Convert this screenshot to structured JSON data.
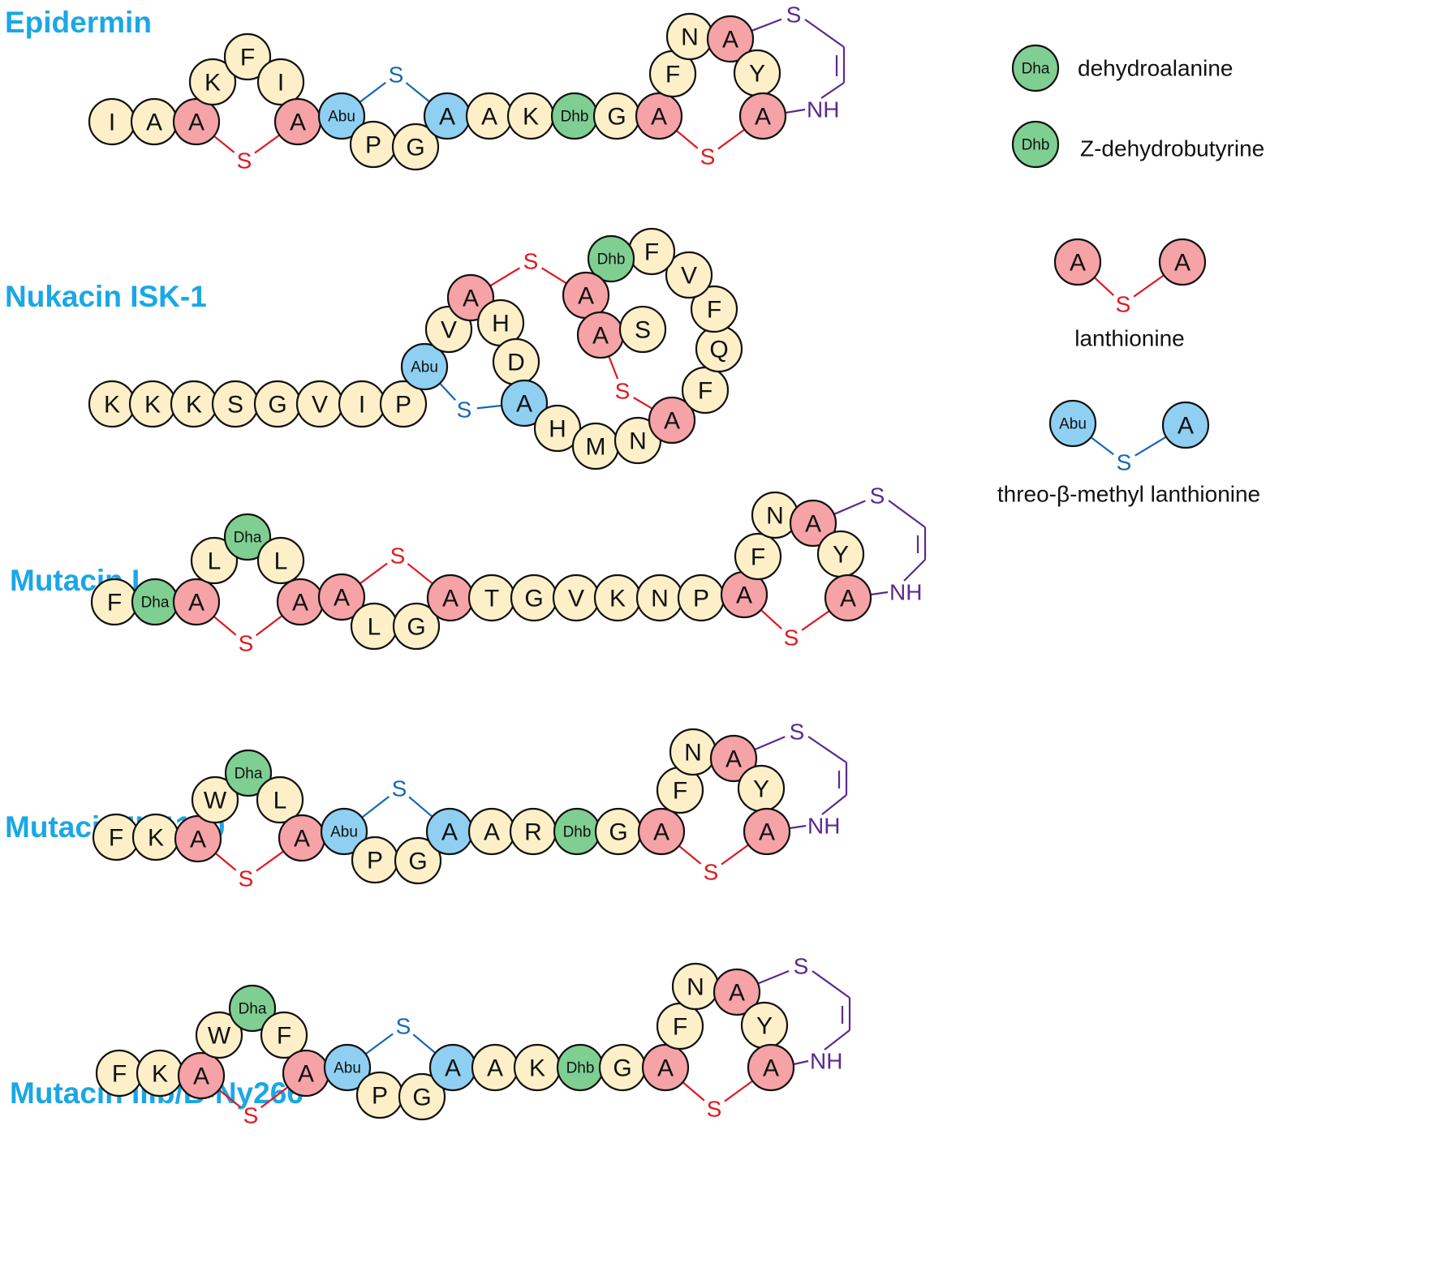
{
  "colors": {
    "title": "#1aa7e6",
    "plain_fill": "#fdf0c8",
    "lan_fill": "#f5a3a6",
    "mlan_fill": "#8fd0f2",
    "dehydro_fill": "#7fcf93",
    "lan_stroke": "#e0191f",
    "mlan_stroke": "#1669b3",
    "ring_stroke": "#5b2a8f",
    "border": "#111111"
  },
  "peptides": [
    {
      "name": "Epidermin",
      "residues": [
        {
          "label": "I",
          "type": "plain"
        },
        {
          "label": "A",
          "type": "plain"
        },
        {
          "label": "A",
          "type": "lan"
        },
        {
          "label": "K",
          "type": "plain"
        },
        {
          "label": "F",
          "type": "plain"
        },
        {
          "label": "I",
          "type": "plain"
        },
        {
          "label": "A",
          "type": "lan"
        },
        {
          "label": "Abu",
          "type": "mlan"
        },
        {
          "label": "P",
          "type": "plain"
        },
        {
          "label": "G",
          "type": "plain"
        },
        {
          "label": "A",
          "type": "mlan"
        },
        {
          "label": "A",
          "type": "plain"
        },
        {
          "label": "K",
          "type": "plain"
        },
        {
          "label": "Dhb",
          "type": "dhb"
        },
        {
          "label": "G",
          "type": "plain"
        },
        {
          "label": "A",
          "type": "lan"
        },
        {
          "label": "F",
          "type": "plain"
        },
        {
          "label": "N",
          "type": "plain"
        },
        {
          "label": "A",
          "type": "lan"
        },
        {
          "label": "Y",
          "type": "plain"
        },
        {
          "label": "A",
          "type": "lan"
        }
      ],
      "bridges": [
        {
          "label": "S",
          "kind": "lan"
        },
        {
          "label": "S",
          "kind": "mlan"
        },
        {
          "label": "S",
          "kind": "lan"
        },
        {
          "label": "S",
          "kind": "ring"
        }
      ],
      "nh_label": "NH"
    },
    {
      "name": "Nukacin ISK-1",
      "residues": [
        {
          "label": "K",
          "type": "plain"
        },
        {
          "label": "K",
          "type": "plain"
        },
        {
          "label": "K",
          "type": "plain"
        },
        {
          "label": "S",
          "type": "plain"
        },
        {
          "label": "G",
          "type": "plain"
        },
        {
          "label": "V",
          "type": "plain"
        },
        {
          "label": "I",
          "type": "plain"
        },
        {
          "label": "P",
          "type": "plain"
        },
        {
          "label": "Abu",
          "type": "mlan"
        },
        {
          "label": "V",
          "type": "plain"
        },
        {
          "label": "A",
          "type": "lan"
        },
        {
          "label": "H",
          "type": "plain"
        },
        {
          "label": "D",
          "type": "plain"
        },
        {
          "label": "A",
          "type": "mlan"
        },
        {
          "label": "H",
          "type": "plain"
        },
        {
          "label": "M",
          "type": "plain"
        },
        {
          "label": "N",
          "type": "plain"
        },
        {
          "label": "A",
          "type": "lan"
        },
        {
          "label": "F",
          "type": "plain"
        },
        {
          "label": "Q",
          "type": "plain"
        },
        {
          "label": "F",
          "type": "plain"
        },
        {
          "label": "V",
          "type": "plain"
        },
        {
          "label": "F",
          "type": "plain"
        },
        {
          "label": "Dhb",
          "type": "dhb"
        },
        {
          "label": "A",
          "type": "lan"
        },
        {
          "label": "A",
          "type": "lan"
        },
        {
          "label": "S",
          "type": "plain"
        }
      ],
      "bridges": [
        {
          "label": "S",
          "kind": "mlan"
        },
        {
          "label": "S",
          "kind": "lan"
        },
        {
          "label": "S",
          "kind": "lan"
        }
      ]
    },
    {
      "name": "Mutacin I",
      "residues": [
        {
          "label": "F",
          "type": "plain"
        },
        {
          "label": "Dha",
          "type": "dha"
        },
        {
          "label": "A",
          "type": "lan"
        },
        {
          "label": "L",
          "type": "plain"
        },
        {
          "label": "Dha",
          "type": "dha"
        },
        {
          "label": "L",
          "type": "plain"
        },
        {
          "label": "A",
          "type": "lan"
        },
        {
          "label": "A",
          "type": "lan"
        },
        {
          "label": "L",
          "type": "plain"
        },
        {
          "label": "G",
          "type": "plain"
        },
        {
          "label": "A",
          "type": "lan"
        },
        {
          "label": "T",
          "type": "plain"
        },
        {
          "label": "G",
          "type": "plain"
        },
        {
          "label": "V",
          "type": "plain"
        },
        {
          "label": "K",
          "type": "plain"
        },
        {
          "label": "N",
          "type": "plain"
        },
        {
          "label": "P",
          "type": "plain"
        },
        {
          "label": "A",
          "type": "lan"
        },
        {
          "label": "F",
          "type": "plain"
        },
        {
          "label": "N",
          "type": "plain"
        },
        {
          "label": "A",
          "type": "lan"
        },
        {
          "label": "Y",
          "type": "plain"
        },
        {
          "label": "A",
          "type": "lan"
        }
      ],
      "bridges": [
        {
          "label": "S",
          "kind": "lan"
        },
        {
          "label": "S",
          "kind": "lan"
        },
        {
          "label": "S",
          "kind": "lan"
        },
        {
          "label": "S",
          "kind": "ring"
        }
      ],
      "nh_label": "NH"
    },
    {
      "name": "Mutacin III/1140",
      "residues": [
        {
          "label": "F",
          "type": "plain"
        },
        {
          "label": "K",
          "type": "plain"
        },
        {
          "label": "A",
          "type": "lan"
        },
        {
          "label": "W",
          "type": "plain"
        },
        {
          "label": "Dha",
          "type": "dha"
        },
        {
          "label": "L",
          "type": "plain"
        },
        {
          "label": "A",
          "type": "lan"
        },
        {
          "label": "Abu",
          "type": "mlan"
        },
        {
          "label": "P",
          "type": "plain"
        },
        {
          "label": "G",
          "type": "plain"
        },
        {
          "label": "A",
          "type": "mlan"
        },
        {
          "label": "A",
          "type": "plain"
        },
        {
          "label": "R",
          "type": "plain"
        },
        {
          "label": "Dhb",
          "type": "dhb"
        },
        {
          "label": "G",
          "type": "plain"
        },
        {
          "label": "A",
          "type": "lan"
        },
        {
          "label": "F",
          "type": "plain"
        },
        {
          "label": "N",
          "type": "plain"
        },
        {
          "label": "A",
          "type": "lan"
        },
        {
          "label": "Y",
          "type": "plain"
        },
        {
          "label": "A",
          "type": "lan"
        }
      ],
      "bridges": [
        {
          "label": "S",
          "kind": "lan"
        },
        {
          "label": "S",
          "kind": "mlan"
        },
        {
          "label": "S",
          "kind": "lan"
        },
        {
          "label": "S",
          "kind": "ring"
        }
      ],
      "nh_label": "NH"
    },
    {
      "name": "Mutacin IIIb/B-Ny266",
      "residues": [
        {
          "label": "F",
          "type": "plain"
        },
        {
          "label": "K",
          "type": "plain"
        },
        {
          "label": "A",
          "type": "lan"
        },
        {
          "label": "W",
          "type": "plain"
        },
        {
          "label": "Dha",
          "type": "dha"
        },
        {
          "label": "F",
          "type": "plain"
        },
        {
          "label": "A",
          "type": "lan"
        },
        {
          "label": "Abu",
          "type": "mlan"
        },
        {
          "label": "P",
          "type": "plain"
        },
        {
          "label": "G",
          "type": "plain"
        },
        {
          "label": "A",
          "type": "mlan"
        },
        {
          "label": "A",
          "type": "plain"
        },
        {
          "label": "K",
          "type": "plain"
        },
        {
          "label": "Dhb",
          "type": "dhb"
        },
        {
          "label": "G",
          "type": "plain"
        },
        {
          "label": "A",
          "type": "lan"
        },
        {
          "label": "F",
          "type": "plain"
        },
        {
          "label": "N",
          "type": "plain"
        },
        {
          "label": "A",
          "type": "lan"
        },
        {
          "label": "Y",
          "type": "plain"
        },
        {
          "label": "A",
          "type": "lan"
        }
      ],
      "bridges": [
        {
          "label": "S",
          "kind": "lan"
        },
        {
          "label": "S",
          "kind": "mlan"
        },
        {
          "label": "S",
          "kind": "lan"
        },
        {
          "label": "S",
          "kind": "ring"
        }
      ],
      "nh_label": "NH"
    }
  ],
  "legend": {
    "dha": {
      "badge": "Dha",
      "text": "dehydroalanine"
    },
    "dhb": {
      "badge": "Dhb",
      "text": "Z-dehydrobutyrine"
    },
    "lanthionine": {
      "left": "A",
      "right": "A",
      "bridge": "S",
      "text": "lanthionine"
    },
    "methyl_lanthionine": {
      "left": "Abu",
      "right": "A",
      "bridge": "S",
      "text": "threo-β-methyl lanthionine"
    }
  }
}
